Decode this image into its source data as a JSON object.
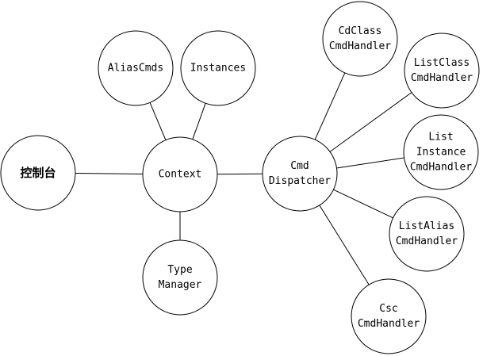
{
  "nodes": [
    {
      "id": "console",
      "lines": [
        "控制台"
      ],
      "bold": true
    },
    {
      "id": "context",
      "lines": [
        "Context"
      ]
    },
    {
      "id": "alias-cmds",
      "lines": [
        "AliasCmds"
      ]
    },
    {
      "id": "instances",
      "lines": [
        "Instances"
      ]
    },
    {
      "id": "type-manager",
      "lines": [
        "Type",
        "Manager"
      ]
    },
    {
      "id": "cmd-dispatcher",
      "lines": [
        "Cmd",
        "Dispatcher"
      ]
    },
    {
      "id": "cdclass-handler",
      "lines": [
        "CdClass",
        "CmdHandler"
      ]
    },
    {
      "id": "listclass-handler",
      "lines": [
        "ListClass",
        "CmdHandler"
      ]
    },
    {
      "id": "listinstance-handler",
      "lines": [
        "List",
        "Instance",
        "CmdHandler"
      ]
    },
    {
      "id": "listalias-handler",
      "lines": [
        "ListAlias",
        "CmdHandler"
      ]
    },
    {
      "id": "csc-handler",
      "lines": [
        "Csc",
        "CmdHandler"
      ]
    }
  ],
  "edges": [
    [
      "console",
      "context"
    ],
    [
      "context",
      "alias-cmds"
    ],
    [
      "context",
      "instances"
    ],
    [
      "context",
      "type-manager"
    ],
    [
      "context",
      "cmd-dispatcher"
    ],
    [
      "cmd-dispatcher",
      "cdclass-handler"
    ],
    [
      "cmd-dispatcher",
      "listclass-handler"
    ],
    [
      "cmd-dispatcher",
      "listinstance-handler"
    ],
    [
      "cmd-dispatcher",
      "listalias-handler"
    ],
    [
      "cmd-dispatcher",
      "csc-handler"
    ]
  ]
}
